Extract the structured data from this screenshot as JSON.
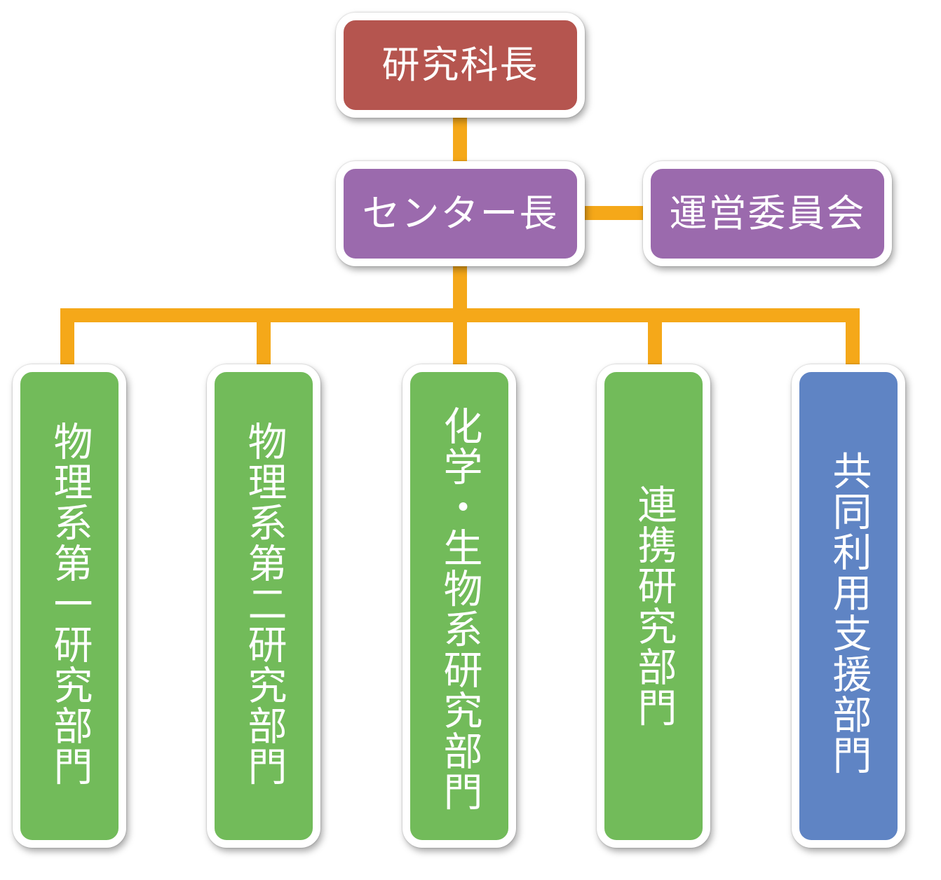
{
  "chart": {
    "top": {
      "label": "研究科長",
      "color": "#b5554f"
    },
    "director": {
      "label": "センター長",
      "color": "#9b6aad"
    },
    "committee": {
      "label": "運営委員会",
      "color": "#9b6aad"
    },
    "divisions": [
      {
        "label": "物理系第一研究部門",
        "color": "#72bb5a"
      },
      {
        "label": "物理系第二研究部門",
        "color": "#72bb5a"
      },
      {
        "label": "化学・生物系研究部門",
        "color": "#72bb5a"
      },
      {
        "label": "連携研究部門",
        "color": "#72bb5a"
      },
      {
        "label": "共同利用支援部門",
        "color": "#5f84c4"
      }
    ],
    "connector_color": "#f5a819"
  }
}
